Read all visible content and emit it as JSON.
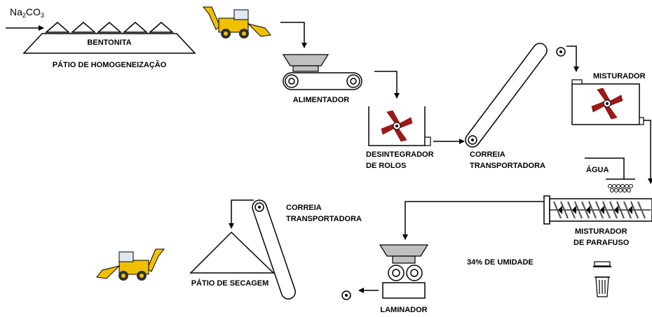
{
  "colors": {
    "line": "#000000",
    "hopper": "#c0c0c0",
    "rotor": "#a01818",
    "rotor_hub": "#ffffff",
    "loader_body": "#f0c000",
    "loader_dark": "#303030"
  },
  "icons": [
    "backhoe-loader-icon",
    "trash-bin-icon",
    "rotor-icon",
    "spray-nozzle-icon"
  ],
  "stations": {
    "homog": {
      "chem_main": "Na",
      "chem_sub2": "2",
      "chem_mid": "CO",
      "chem_sub3": "3",
      "pile_label": "BENTONITA",
      "area_label": "PÁTIO DE HOMOGENEIZAÇÃO"
    },
    "feeder": {
      "label": "ALIMENTADOR"
    },
    "disintegrator": {
      "line1": "DESINTEGRADOR",
      "line2": "DE ROLOS"
    },
    "belt1": {
      "line1": "CORREIA",
      "line2": "TRANSPORTADORA"
    },
    "mixer": {
      "label": "MISTURADOR"
    },
    "water": {
      "label": "ÁGUA"
    },
    "screw_mixer": {
      "line1": "MISTURADOR",
      "line2": "DE PARAFUSO"
    },
    "moisture": {
      "label": "34% DE UMIDADE"
    },
    "laminator": {
      "label": "LAMINADOR"
    },
    "belt2": {
      "line1": "CORREIA",
      "line2": "TRANSPORTADORA"
    },
    "drying": {
      "label": "PÁTIO DE SECAGEM"
    }
  }
}
